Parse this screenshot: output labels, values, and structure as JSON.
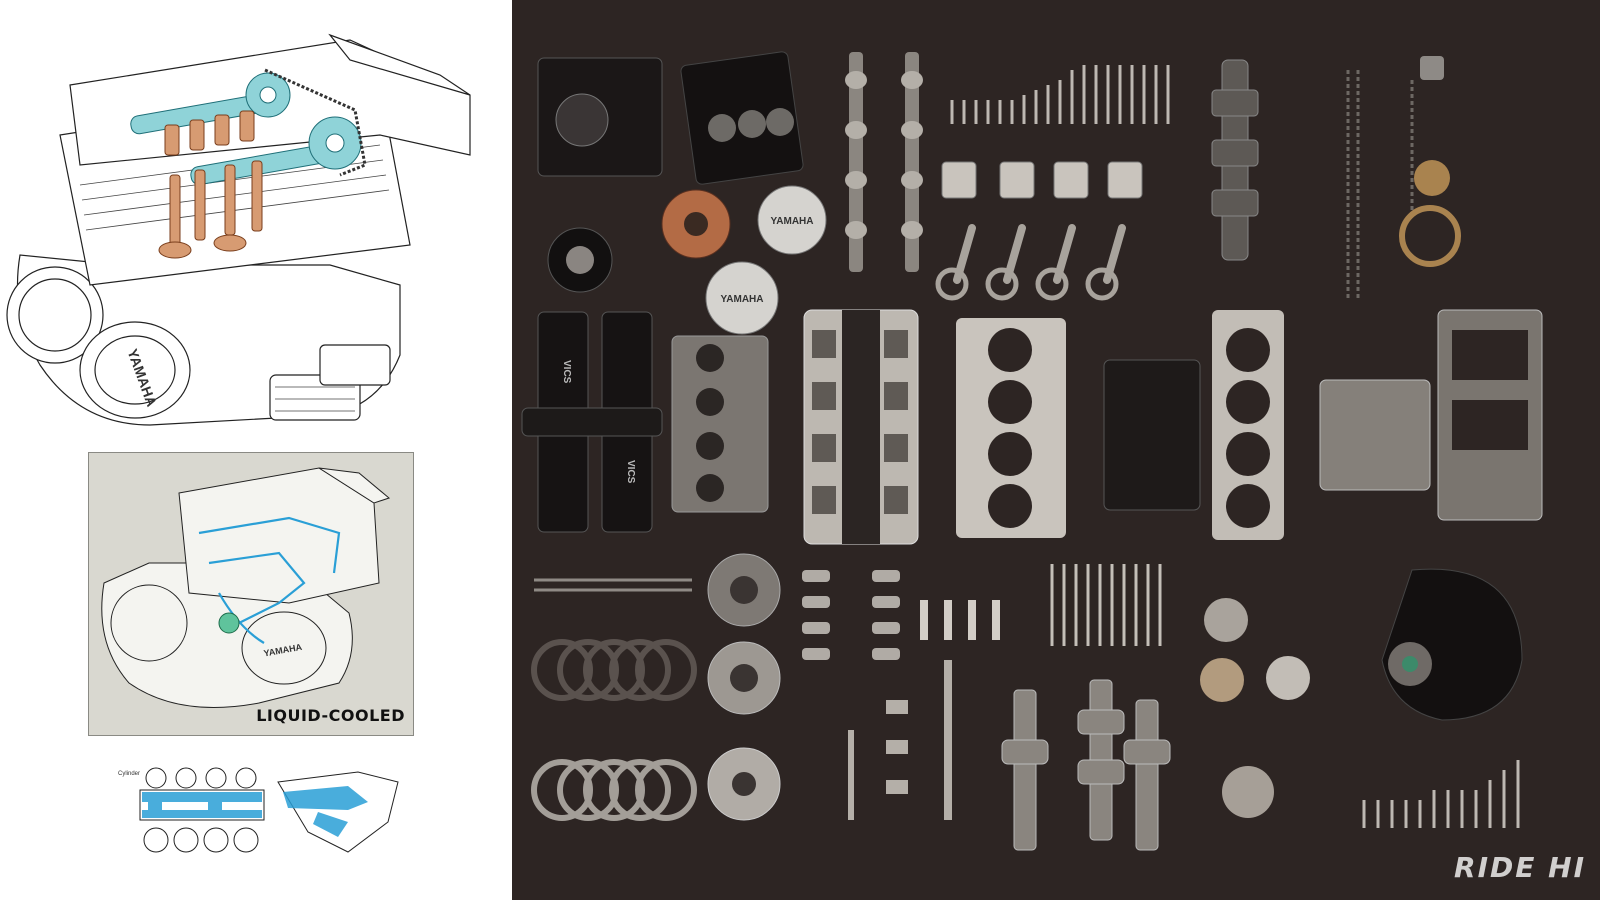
{
  "diagram": {
    "panel_label": "LIQUID-COOLED",
    "cooling_caption": "Cylinder"
  },
  "photo": {
    "watermark": "RIDE HI",
    "cover_text_1": "YAMAHA",
    "cover_text_2": "YAMAHA",
    "vics_text_1": "VICS",
    "vics_text_2": "VICS"
  },
  "colors": {
    "photo_background": "#2d2523",
    "panel_background": "#d9d8d0",
    "camshaft_highlight": "#8fd3d8",
    "valve_highlight": "#d79b72",
    "coolant_blue": "#2a9fd6"
  }
}
